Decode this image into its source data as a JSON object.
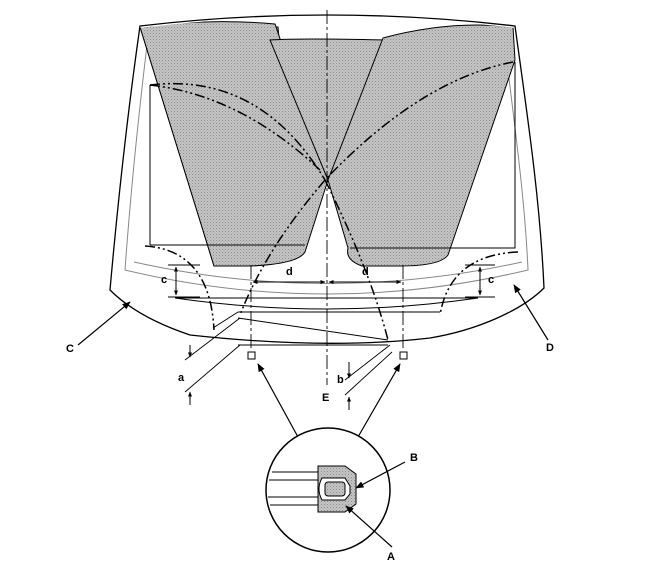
{
  "labels": {
    "a": "a",
    "b": "b",
    "c_left": "c",
    "c_right": "c",
    "d_left": "d",
    "d_right": "d",
    "A": "A",
    "B": "B",
    "C": "C",
    "D": "D",
    "E": "E"
  }
}
